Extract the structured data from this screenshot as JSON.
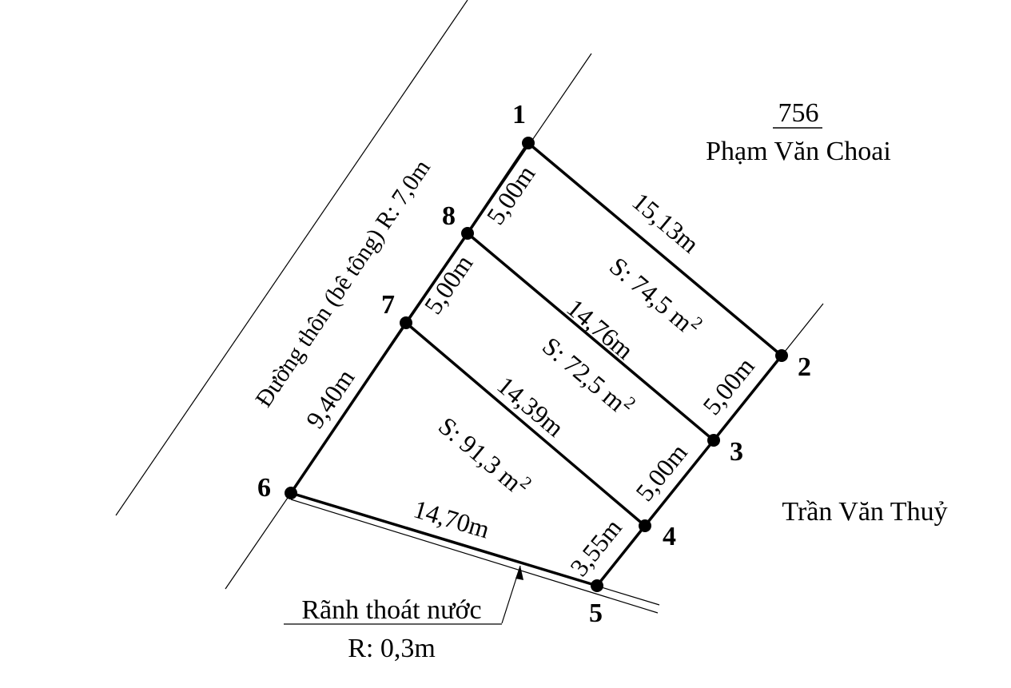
{
  "points": [
    {
      "id": "1",
      "label": "1"
    },
    {
      "id": "2",
      "label": "2"
    },
    {
      "id": "3",
      "label": "3"
    },
    {
      "id": "4",
      "label": "4"
    },
    {
      "id": "5",
      "label": "5"
    },
    {
      "id": "6",
      "label": "6"
    },
    {
      "id": "7",
      "label": "7"
    },
    {
      "id": "8",
      "label": "8"
    }
  ],
  "dimensions": {
    "d12": "15,13m",
    "d18": "5,00m",
    "d87": "5,00m",
    "d76": "9,40m",
    "d83": "14,76m",
    "d74": "14,39m",
    "d23": "5,00m",
    "d34": "5,00m",
    "d45": "3,55m",
    "d65": "14,70m"
  },
  "areas": {
    "a1": {
      "text": "S: 74,5 m",
      "sup": "2"
    },
    "a2": {
      "text": "S: 72,5 m",
      "sup": "2"
    },
    "a3": {
      "text": "S: 91,3 m",
      "sup": "2"
    }
  },
  "neighbors": {
    "parcel_number": "756",
    "north_owner": "Phạm Văn Choai",
    "east_owner": "Trần Văn Thuỷ"
  },
  "road": {
    "label": "Đường thôn (bê tông) R: 7,0m"
  },
  "drain": {
    "label": "Rãnh thoát nước",
    "width": "R: 0,3m"
  }
}
